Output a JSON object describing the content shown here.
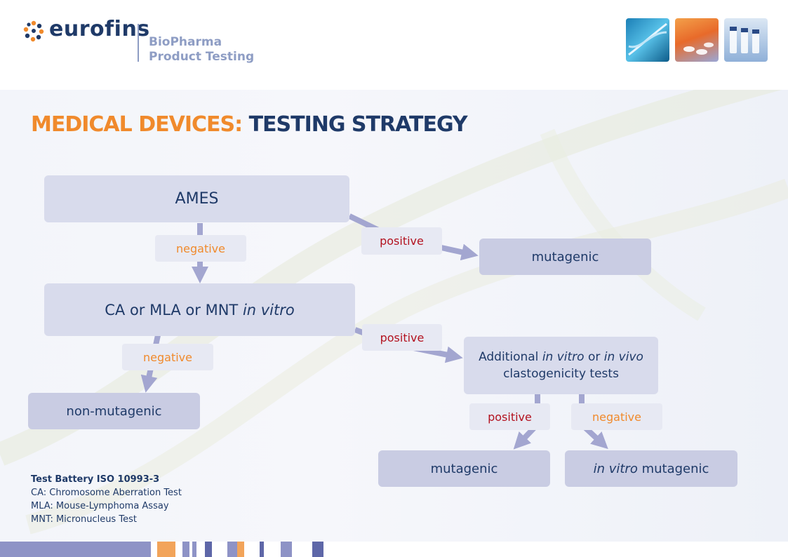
{
  "header": {
    "brand": "eurofins",
    "division_line1": "BioPharma",
    "division_line2": "Product Testing"
  },
  "title": {
    "part1": "MEDICAL DEVICES:",
    "part2": "TESTING STRATEGY"
  },
  "nodes": {
    "ames": "AMES",
    "ca_mla_mnt_prefix": "CA or MLA or MNT",
    "ca_mla_mnt_italic": "in vitro",
    "mutagenic_1": "mutagenic",
    "additional_1": "Additional",
    "additional_it1": "in vitro",
    "additional_or": "or",
    "additional_it2": "in vivo",
    "additional_2": "clastogenicity tests",
    "non_mutagenic": "non-mutagenic",
    "mutagenic_2": "mutagenic",
    "in_vitro_mutagenic_italic": "in vitro",
    "in_vitro_mutagenic_rest": "mutagenic"
  },
  "edge_labels": {
    "negative_1": "negative",
    "positive_1": "positive",
    "positive_2": "positive",
    "negative_2": "negative",
    "positive_3": "positive",
    "negative_3": "negative"
  },
  "legend": {
    "heading": "Test Battery ISO 10993-3",
    "line1": "CA: Chromosome Aberration Test",
    "line2": "MLA: Mouse-Lymphoma Assay",
    "line3": "MNT: Micronucleus Test"
  },
  "colors": {
    "accent_orange": "#f08a2c",
    "navy": "#1f3a68",
    "arrow": "#a3a6d0",
    "box": "#d8dbec",
    "positive_red": "#b3121f"
  }
}
